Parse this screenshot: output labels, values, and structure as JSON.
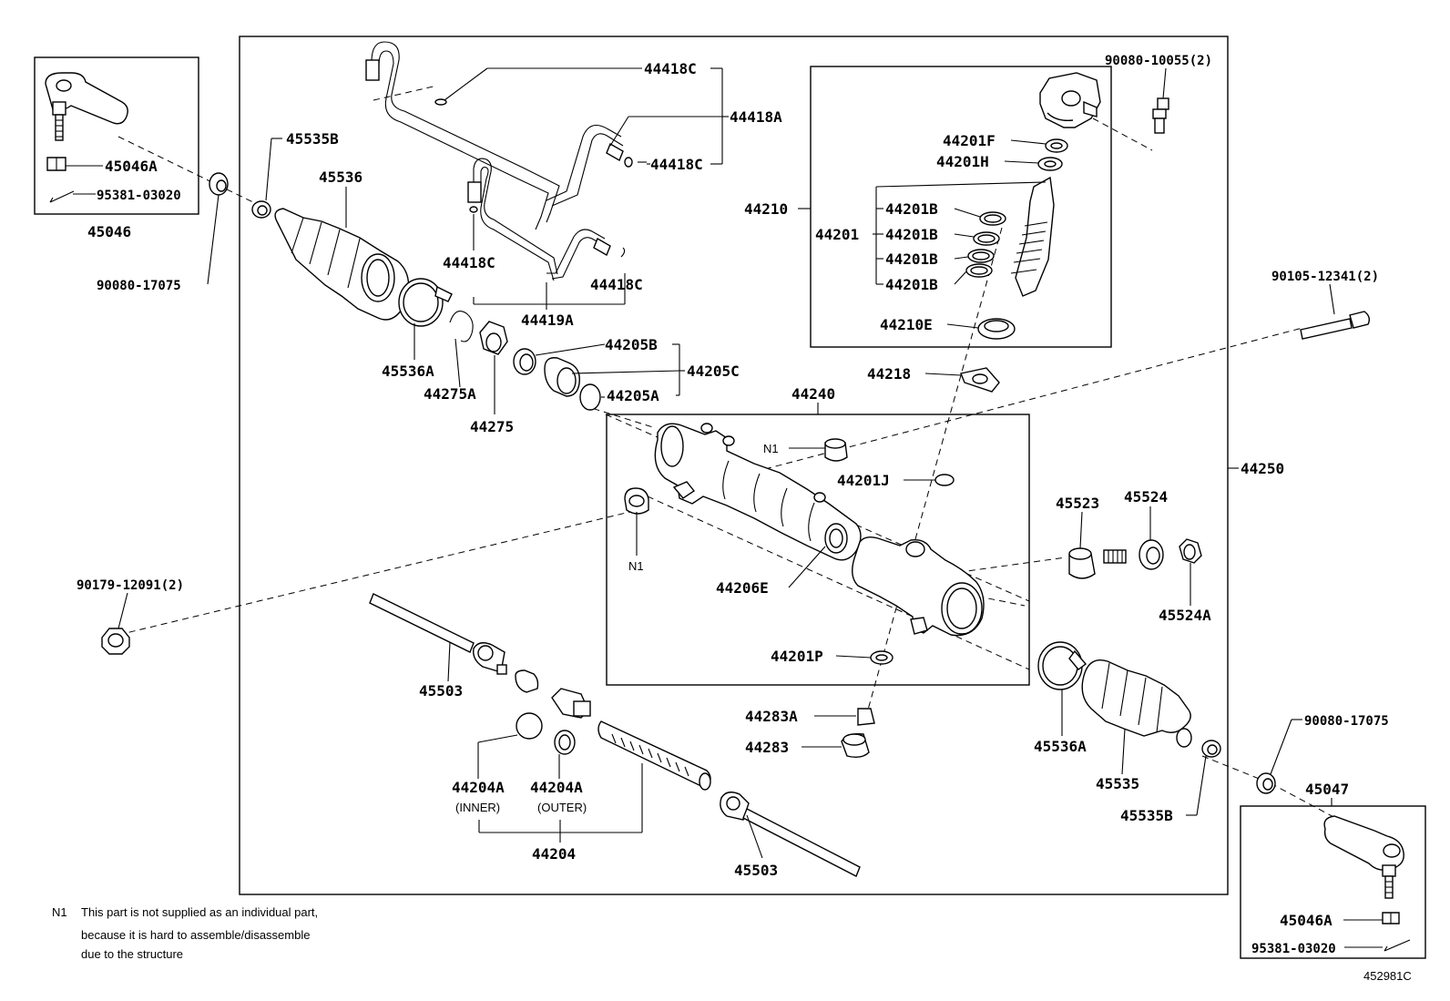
{
  "diagram_code": "452981C",
  "note": {
    "marker": "N1",
    "lines": [
      "This part is not supplied as an individual part,",
      "because it is hard to assemble/disassemble",
      "due to the structure"
    ]
  },
  "labels": {
    "l_44418C_top": "44418C",
    "l_44418A": "44418A",
    "l_44418C_mid": "44418C",
    "l_44418C_left": "44418C",
    "l_44418C_right": "44418C",
    "l_44419A": "44419A",
    "l_45535B_top": "45535B",
    "l_45536": "45536",
    "l_45536A_left": "45536A",
    "l_44275A": "44275A",
    "l_44275": "44275",
    "l_44205B": "44205B",
    "l_44205C": "44205C",
    "l_44205A": "44205A",
    "l_45046A_left": "45046A",
    "l_95381_left": "95381-03020",
    "l_45046": "45046",
    "l_90080_17075_left": "90080-17075",
    "l_90080_10055": "90080-10055(2)",
    "l_44201F": "44201F",
    "l_44201H": "44201H",
    "l_44210": "44210",
    "l_44201": "44201",
    "l_44201B_1": "44201B",
    "l_44201B_2": "44201B",
    "l_44201B_3": "44201B",
    "l_44201B_4": "44201B",
    "l_44210E": "44210E",
    "l_44218": "44218",
    "l_90105": "90105-12341(2)",
    "l_44240": "44240",
    "l_N1_top": "N1",
    "l_44201J": "44201J",
    "l_44250": "44250",
    "l_45523": "45523",
    "l_45524": "45524",
    "l_45524A": "45524A",
    "l_N1_left": "N1",
    "l_44206E": "44206E",
    "l_90179": "90179-12091(2)",
    "l_44201P": "44201P",
    "l_45503_left": "45503",
    "l_44283A": "44283A",
    "l_44283": "44283",
    "l_45536A_right": "45536A",
    "l_45535": "45535",
    "l_45535B_right": "45535B",
    "l_90080_17075_right": "90080-17075",
    "l_45047": "45047",
    "l_44204A_inner": "44204A",
    "l_inner": "(INNER)",
    "l_44204A_outer": "44204A",
    "l_outer": "(OUTER)",
    "l_44204": "44204",
    "l_45503_right": "45503",
    "l_45046A_right": "45046A",
    "l_95381_right": "95381-03020"
  }
}
